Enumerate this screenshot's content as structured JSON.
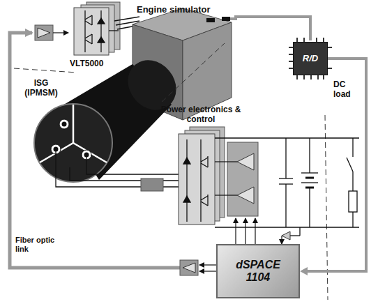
{
  "diagram": {
    "nodes": [
      {
        "text": [
          "R/D"
        ]
      },
      {
        "text": [
          "dSPACE 1104"
        ]
      }
    ],
    "edges": [
      {
        "from": 0,
        "to": 1,
        "arrow": "to"
      }
    ],
    "labels": [
      "Engine simulator",
      "VLT5000",
      "ISG (IPMSM)",
      "Power electronics & control",
      "DC load",
      "Fiber optic link"
    ]
  }
}
